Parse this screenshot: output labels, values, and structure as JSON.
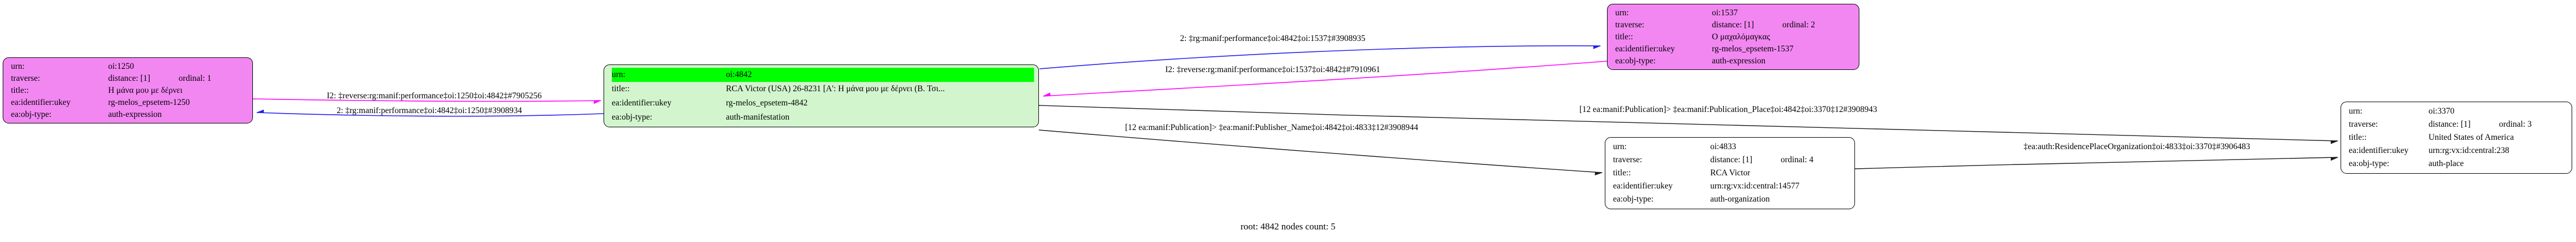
{
  "graph": {
    "caption": "root: 4842 nodes count: 5",
    "colors": {
      "expression_node_fill": "#F287F2",
      "manifestation_node_fill": "#D2F5CD",
      "root_row_highlight": "#00FF00",
      "plain_node_fill": "#FFFFFF",
      "edge_forward": "#2222EE",
      "edge_reverse": "#FF00FF",
      "edge_attribute": "#1A1A1A",
      "node_border": "#000000"
    }
  },
  "nodes": [
    {
      "id": "oi:1250",
      "urn_key": "urn:",
      "urn": "oi:1250",
      "traverse_key": "traverse:",
      "distance": "distance: [1]",
      "ordinal": "ordinal: 1",
      "title_key": "title::",
      "title": "Η μάνα μου με δέρνει",
      "ukey_key": "ea:identifier:ukey",
      "ukey": "rg-melos_epsetem-1250",
      "objtype_key": "ea:obj-type:",
      "objtype": "auth-expression"
    },
    {
      "id": "oi:4842",
      "urn_key": "urn:",
      "urn": "oi:4842",
      "title_key": "title::",
      "title": "RCA Victor (USA) 26-8231 [Α': Η μάνα μου με δέρνει (Β. Τσι...",
      "ukey_key": "ea:identifier:ukey",
      "ukey": "rg-melos_epsetem-4842",
      "objtype_key": "ea:obj-type:",
      "objtype": "auth-manifestation"
    },
    {
      "id": "oi:1537",
      "urn_key": "urn:",
      "urn": "oi:1537",
      "traverse_key": "traverse:",
      "distance": "distance: [1]",
      "ordinal": "ordinal: 2",
      "title_key": "title::",
      "title": "Ο μαχαλόμαγκας",
      "ukey_key": "ea:identifier:ukey",
      "ukey": "rg-melos_epsetem-1537",
      "objtype_key": "ea:obj-type:",
      "objtype": "auth-expression"
    },
    {
      "id": "oi:4833",
      "urn_key": "urn:",
      "urn": "oi:4833",
      "traverse_key": "traverse:",
      "distance": "distance: [1]",
      "ordinal": "ordinal: 4",
      "title_key": "title::",
      "title": "RCA Victor",
      "ukey_key": "ea:identifier:ukey",
      "ukey": "urn:rg:vx:id:central:14577",
      "objtype_key": "ea:obj-type:",
      "objtype": "auth-organization"
    },
    {
      "id": "oi:3370",
      "urn_key": "urn:",
      "urn": "oi:3370",
      "traverse_key": "traverse:",
      "distance": "distance: [1]",
      "ordinal": "ordinal: 3",
      "title_key": "title::",
      "title": "United States of America",
      "ukey_key": "ea:identifier:ukey",
      "ukey": "urn:rg:vx:id:central:238",
      "objtype_key": "ea:obj-type:",
      "objtype": "auth-place"
    }
  ],
  "edges": [
    {
      "name": "performance-4842-1537",
      "label": "2: ‡rg:manif:performance‡oi:4842‡oi:1537‡#3908935"
    },
    {
      "name": "reverse-performance-1537-4842",
      "label": "I2: ‡reverse:rg:manif:performance‡oi:1537‡oi:4842‡#7910961"
    },
    {
      "name": "reverse-performance-1250-4842",
      "label": "I2: ‡reverse:rg:manif:performance‡oi:1250‡oi:4842‡#7905256"
    },
    {
      "name": "performance-4842-1250",
      "label": "2: ‡rg:manif:performance‡oi:4842‡oi:1250‡#3908934"
    },
    {
      "name": "publication-place-4842-3370",
      "label": "[12 ea:manif:Publication]> ‡ea:manif:Publication_Place‡oi:4842‡oi:3370‡12#3908943"
    },
    {
      "name": "publisher-name-4842-4833",
      "label": "[12 ea:manif:Publication]> ‡ea:manif:Publisher_Name‡oi:4842‡oi:4833‡12#3908944"
    },
    {
      "name": "residence-place-organization-4833-3370",
      "label": "‡ea:auth:ResidencePlaceOrganization‡oi:4833‡oi:3370‡#3906483"
    }
  ]
}
